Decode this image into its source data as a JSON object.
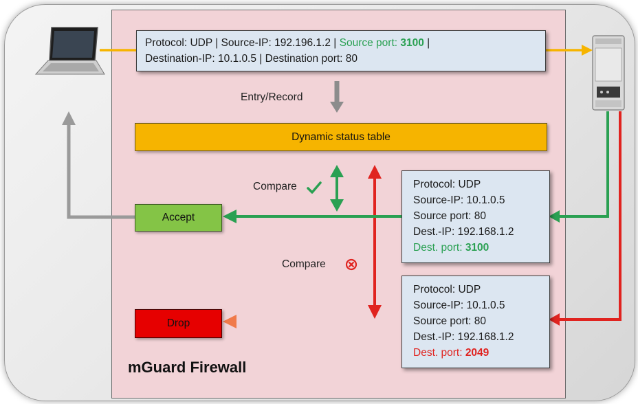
{
  "firewall": {
    "label": "mGuard Firewall"
  },
  "request_packet": {
    "line1_prefix": "Protocol: UDP | Source-IP: 192.196.1.2 | ",
    "source_port_label": "Source port: ",
    "source_port_value": "3100",
    "line1_suffix": " |",
    "line2": "Destination-IP: 10.1.0.5 | Destination port: 80"
  },
  "entry_label": "Entry/Record",
  "status_table": {
    "label": "Dynamic status table"
  },
  "accept": {
    "label": "Accept"
  },
  "drop": {
    "label": "Drop"
  },
  "compare_ok": {
    "label": "Compare",
    "icon": "check-icon",
    "color": "#2aa052"
  },
  "compare_fail": {
    "label": "Compare",
    "icon": "cross-circle-icon",
    "color": "#e0231f"
  },
  "response_ok": {
    "protocol": "Protocol: UDP",
    "source_ip": "Source-IP: 10.1.0.5",
    "source_port": "Source port: 80",
    "dest_ip": "Dest.-IP: 192.168.1.2",
    "dest_port_label": "Dest. port: ",
    "dest_port_value": "3100"
  },
  "response_fail": {
    "protocol": "Protocol: UDP",
    "source_ip": "Source-IP: 10.1.0.5",
    "source_port": "Source port: 80",
    "dest_ip": "Dest.-IP: 192.168.1.2",
    "dest_port_label": "Dest. port: ",
    "dest_port_value": "2049"
  },
  "colors": {
    "request_arrow": "#f6b400",
    "accept_arrow": "#2aa052",
    "drop_arrow": "#e0231f",
    "entry_arrow": "#8c8c8c",
    "status_table": "#f6b400",
    "accept_box": "#84c446",
    "drop_box": "#e60000"
  }
}
